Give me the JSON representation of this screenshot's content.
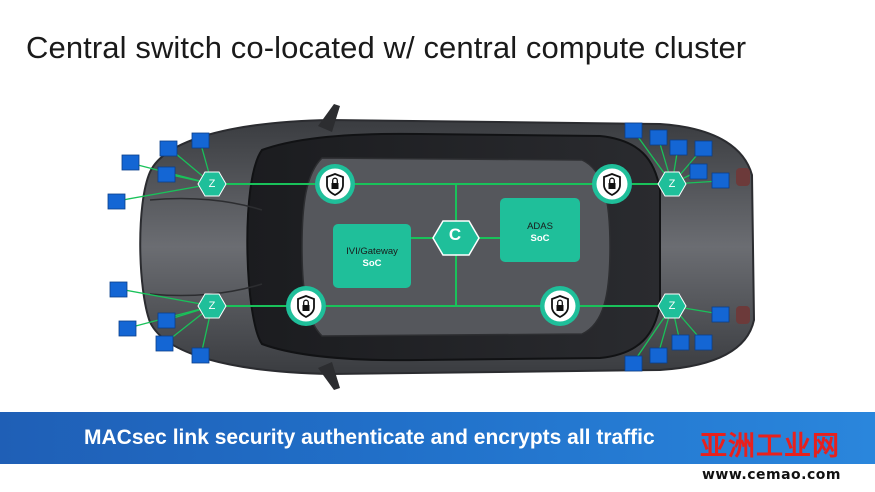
{
  "title": "Central switch co-located w/ central compute cluster",
  "central_switch": {
    "label": "C"
  },
  "zone_label": "Z",
  "socs": [
    {
      "line1": "IVI/Gateway",
      "line2": "SoC"
    },
    {
      "line1": "ADAS",
      "line2": "SoC"
    }
  ],
  "banner": {
    "text": "MACsec link security authenticate and encrypts all traffic"
  },
  "watermark": {
    "brand": "亚洲工业网",
    "url": "www.cemao.com"
  },
  "colors": {
    "accent_green": "#1fbf9a",
    "link_green": "#19c25a",
    "ecu_blue": "#1466d4",
    "banner_blue": "#2170c9",
    "car_body": "#4a4c50"
  },
  "icons": {
    "lock": "padlock-shield-icon"
  }
}
